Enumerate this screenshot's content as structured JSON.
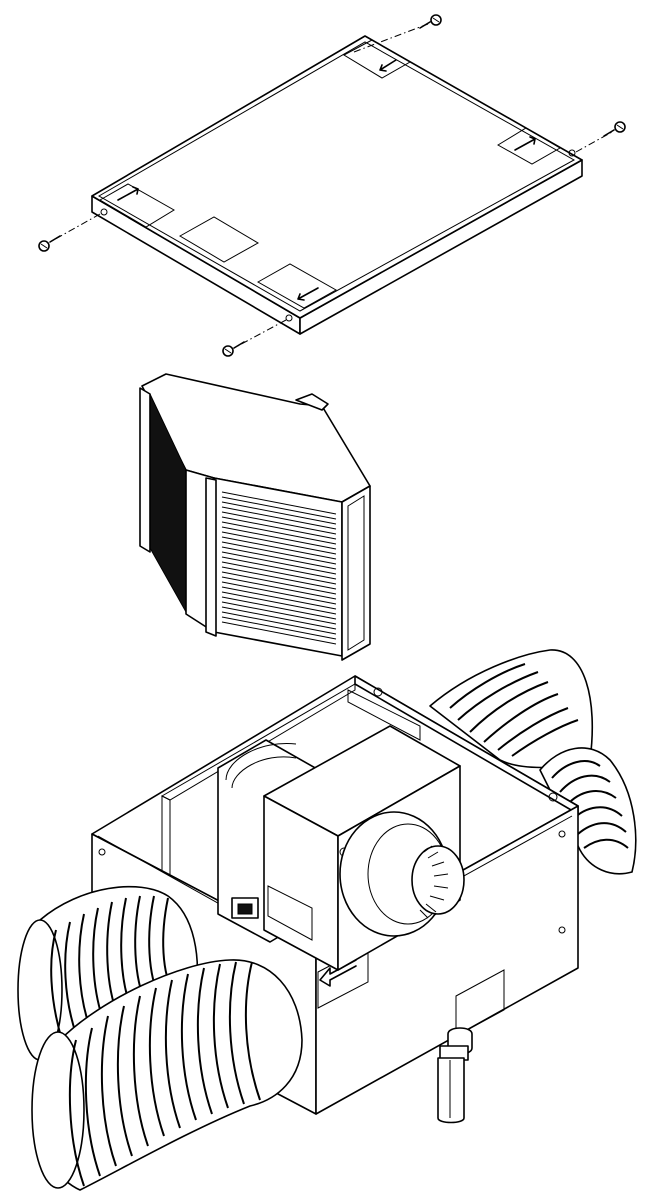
{
  "diagram": {
    "type": "exploded-assembly",
    "parts": [
      {
        "id": "cover-panel",
        "arrow_labels": 4,
        "blank_labels": 1
      },
      {
        "id": "screws",
        "count": 4
      },
      {
        "id": "heat-exchanger-core"
      },
      {
        "id": "unit-housing",
        "blank_labels": 2,
        "arrow_labels": 1
      },
      {
        "id": "blower-fan"
      },
      {
        "id": "flexible-ducts",
        "count": 4
      },
      {
        "id": "condensate-drain-pipe"
      }
    ],
    "colors": {
      "line": "#000000",
      "fill": "#ffffff",
      "shade": "#111111"
    }
  }
}
